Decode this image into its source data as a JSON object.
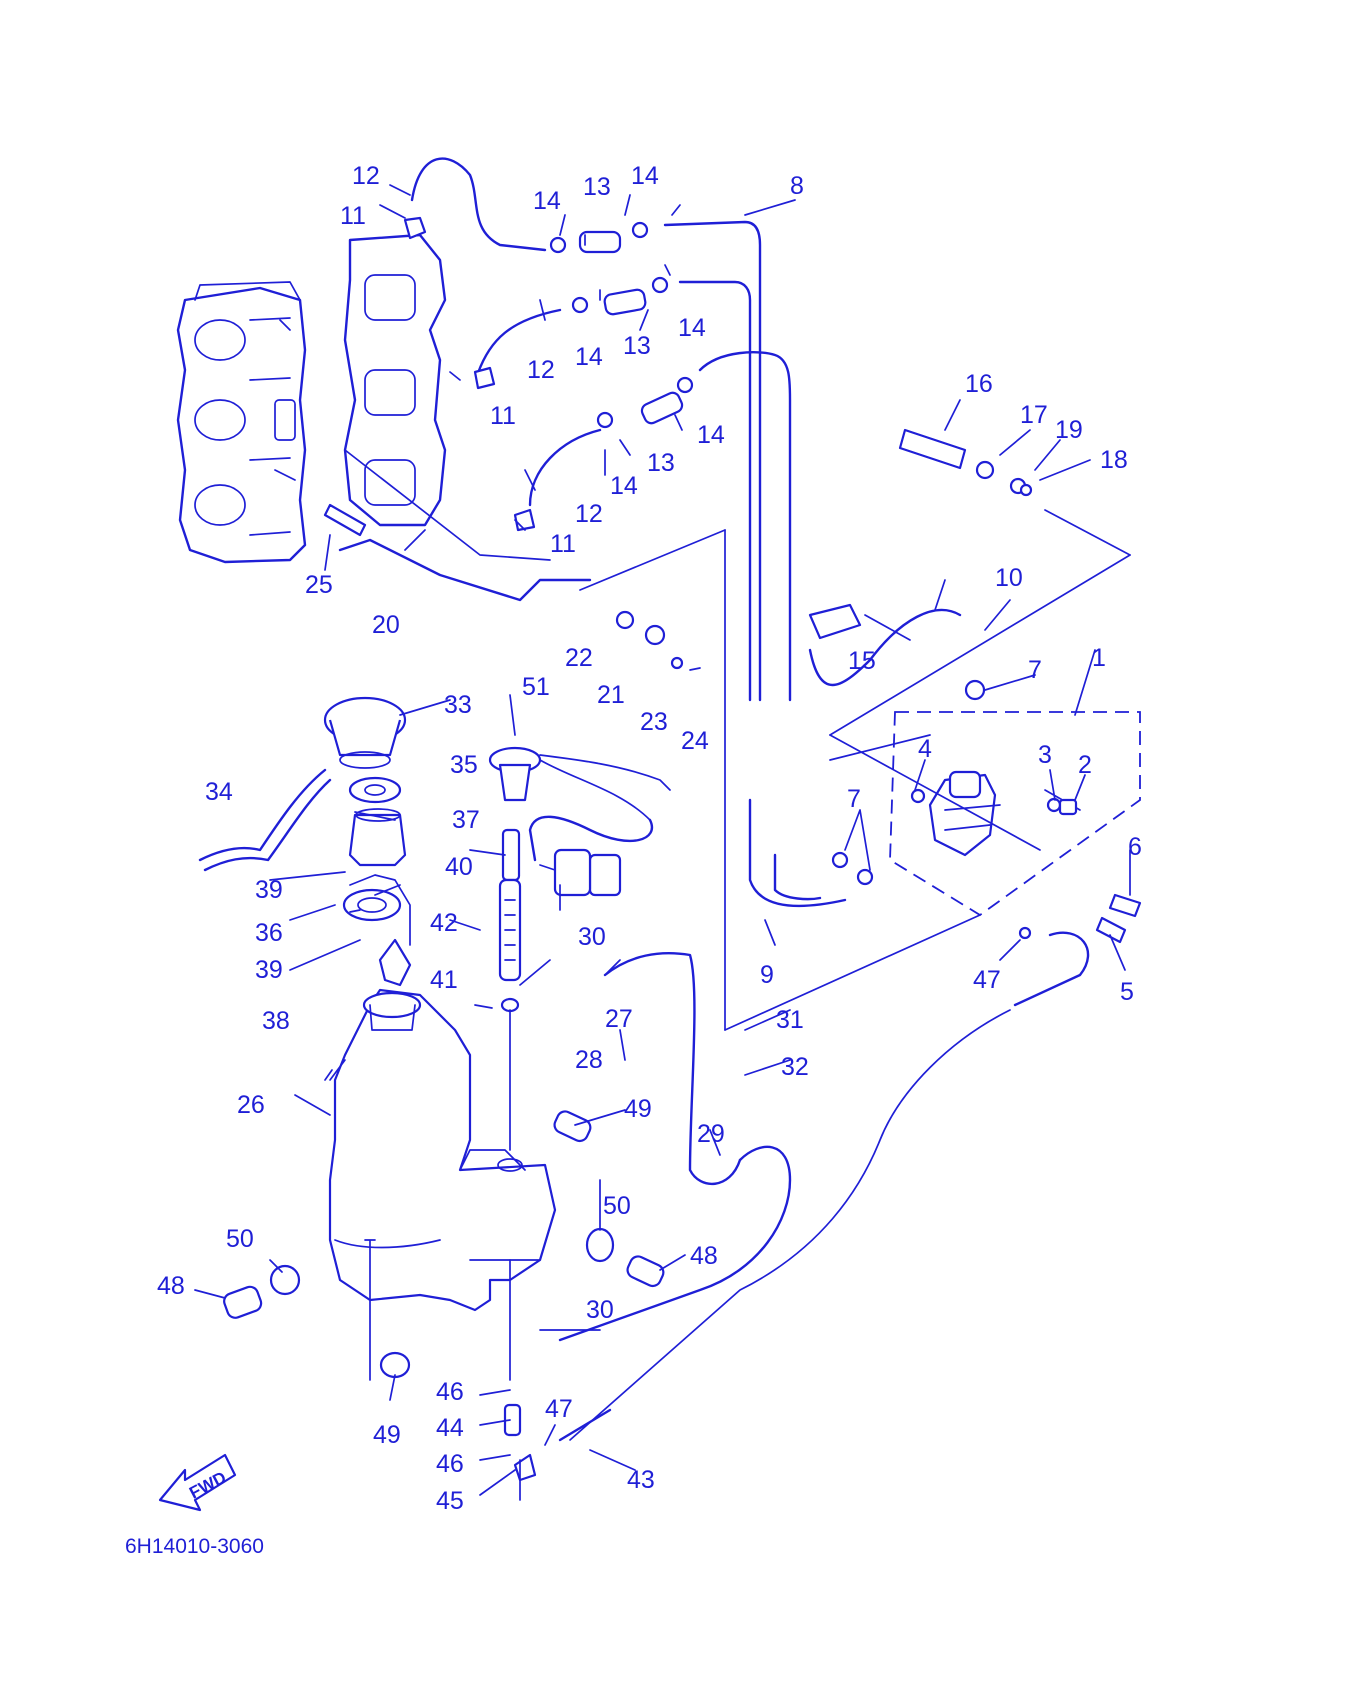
{
  "diagram": {
    "drawing_code": "6H14010-3060",
    "direction_arrow_text": "FWD",
    "accent_color": "#1f1fd6",
    "part_callouts": [
      "1",
      "2",
      "3",
      "4",
      "5",
      "6",
      "7",
      "7",
      "8",
      "9",
      "10",
      "11",
      "11",
      "11",
      "12",
      "12",
      "12",
      "13",
      "13",
      "13",
      "14",
      "14",
      "14",
      "14",
      "14",
      "14",
      "15",
      "16",
      "17",
      "18",
      "19",
      "20",
      "21",
      "22",
      "23",
      "24",
      "25",
      "26",
      "27",
      "28",
      "29",
      "30",
      "30",
      "31",
      "32",
      "33",
      "34",
      "35",
      "36",
      "37",
      "38",
      "39",
      "39",
      "40",
      "41",
      "42",
      "43",
      "44",
      "45",
      "46",
      "46",
      "47",
      "47",
      "48",
      "48",
      "49",
      "49",
      "50",
      "50",
      "51"
    ]
  }
}
